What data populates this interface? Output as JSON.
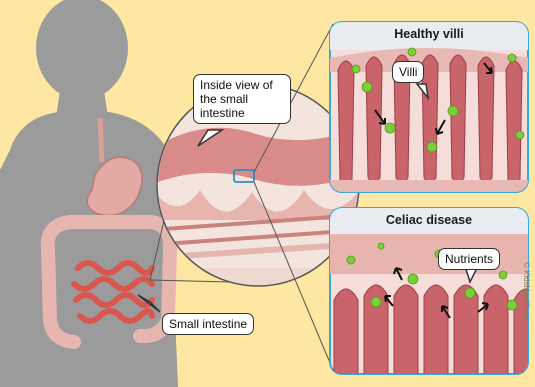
{
  "labels": {
    "inside_view": "Inside view of the small intestine",
    "small_intestine": "Small intestine",
    "villi": "Villi",
    "nutrients": "Nutrients"
  },
  "panels": {
    "healthy_title": "Healthy villi",
    "celiac_title": "Celiac disease"
  },
  "credit": "© KidsHealth.org",
  "colors": {
    "background": "#fde7a2",
    "silhouette": "#9b9b9b",
    "intestine": "#d9574f",
    "villi": "#c9646a",
    "panel_border": "#3aa8d8",
    "nutrient": "#7ccf3a"
  }
}
